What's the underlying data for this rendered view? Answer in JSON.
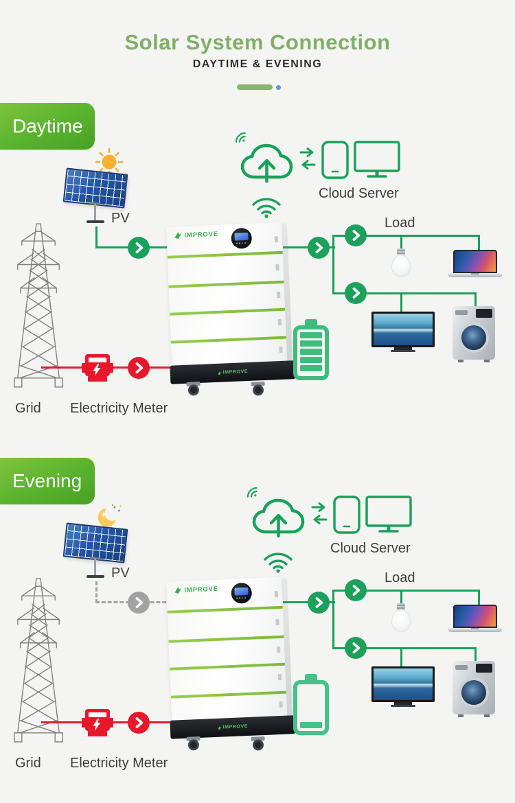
{
  "header": {
    "title": "Solar System Connection",
    "subtitle": "DAYTIME & EVENING"
  },
  "colors": {
    "background": "#f4f4f2",
    "title_green": "#80af68",
    "accent_green": "#18a15b",
    "line_red": "#e7182b",
    "inactive_gray": "#a2a2a2",
    "divider_green": "#8cb36c",
    "divider_dot_blue": "#5b9bd5",
    "banner_green_start": "#83c53f",
    "banner_green_end": "#47a124",
    "battery_green": "#3fbc7d"
  },
  "icons": {
    "sun": "sun-icon",
    "moon": "moon-icon",
    "cloud_upload": "cloud-upload-icon",
    "wifi": "wifi-icon",
    "sync_arrows": "sync-arrows-icon",
    "phone": "phone-icon",
    "monitor": "monitor-icon",
    "power_tower": "power-tower-icon",
    "electricity_meter": "electricity-meter-icon",
    "battery_full": "battery-full-icon",
    "battery_low": "battery-low-icon",
    "bulb": "bulb-icon",
    "laptop": "laptop-icon",
    "tv": "tv-icon",
    "washing_machine": "washing-machine-icon",
    "flow_arrow": "chevron-circle-arrow"
  },
  "sections": {
    "daytime": {
      "banner": "Daytime",
      "pv_label": "PV",
      "grid_label": "Grid",
      "meter_label": "Electricity Meter",
      "load_label": "Load",
      "cloud_server_label": "Cloud Server",
      "brand": "IMPROVE",
      "pv_flow": "active",
      "battery_level": "full"
    },
    "evening": {
      "banner": "Evening",
      "pv_label": "PV",
      "grid_label": "Grid",
      "meter_label": "Electricity Meter",
      "load_label": "Load",
      "cloud_server_label": "Cloud Server",
      "brand": "IMPROVE",
      "pv_flow": "inactive",
      "battery_level": "low"
    }
  }
}
